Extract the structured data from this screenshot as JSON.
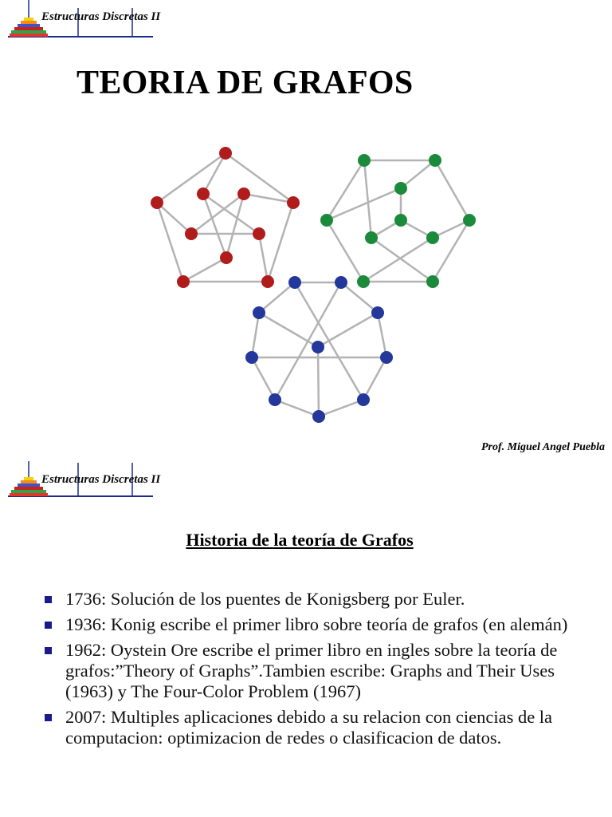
{
  "slide1": {
    "header_title": "Estructuras Discretas II",
    "title": "TEORIA DE GRAFOS",
    "author": "Prof. Miguel Angel Puebla",
    "colors": {
      "red": "#b01c1c",
      "green": "#1b8a3a",
      "blue": "#24379a",
      "edge": "#b3b3b3"
    }
  },
  "slide2": {
    "header_title": "Estructuras Discretas II",
    "title": "Historia de la teoría de Grafos",
    "bullets": [
      "1736: Solución de los puentes de Konigsberg por Euler.",
      "1936: Konig escribe el primer libro sobre teoría de grafos (en alemán)",
      "1962: Oystein Ore escribe el primer libro en ingles sobre la teoría de grafos:”Theory of Graphs”.Tambien escribe: Graphs and Their Uses (1963) y The Four-Color Problem (1967)",
      "2007: Multiples aplicaciones debido a su relacion con ciencias de la computacion: optimizacion de redes o clasificacion de datos."
    ]
  }
}
